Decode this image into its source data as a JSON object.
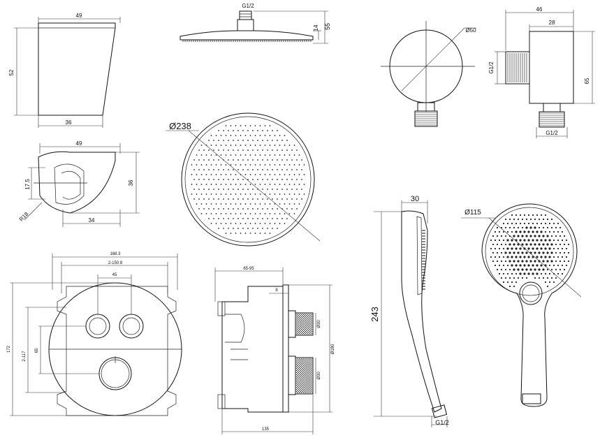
{
  "diagram": {
    "wall_bracket": {
      "top_width": "49",
      "height": "52",
      "bottom_width": "36",
      "plan_width": "49",
      "plan_offset": "17.5",
      "plan_depth": "36",
      "plan_base": "34",
      "plan_radius": "R18"
    },
    "overhead_shower": {
      "thread": "G1/2",
      "height": "55",
      "thickness": "14",
      "diameter": "Ø238"
    },
    "wall_outlet": {
      "diameter": "Ø50",
      "total_width": "46",
      "body_width": "28",
      "height": "65",
      "thread_side": "G1/2",
      "thread_bottom": "G1/2"
    },
    "valve_front": {
      "box_width": "168.3",
      "hole_spacing": "2-150.8",
      "button_spacing": "45",
      "plate_height": "172",
      "box_height": "2-117",
      "button_to_knob": "65"
    },
    "valve_side": {
      "total_depth": "65-95",
      "plate_offset": "8",
      "knob_dia_1": "Ø30",
      "plate_dia": "Ø180",
      "knob_dia_2": "Ø30",
      "base_depth": "135"
    },
    "hand_shower": {
      "width": "30",
      "length": "243",
      "thread": "G1/2",
      "diameter": "Ø115"
    }
  }
}
